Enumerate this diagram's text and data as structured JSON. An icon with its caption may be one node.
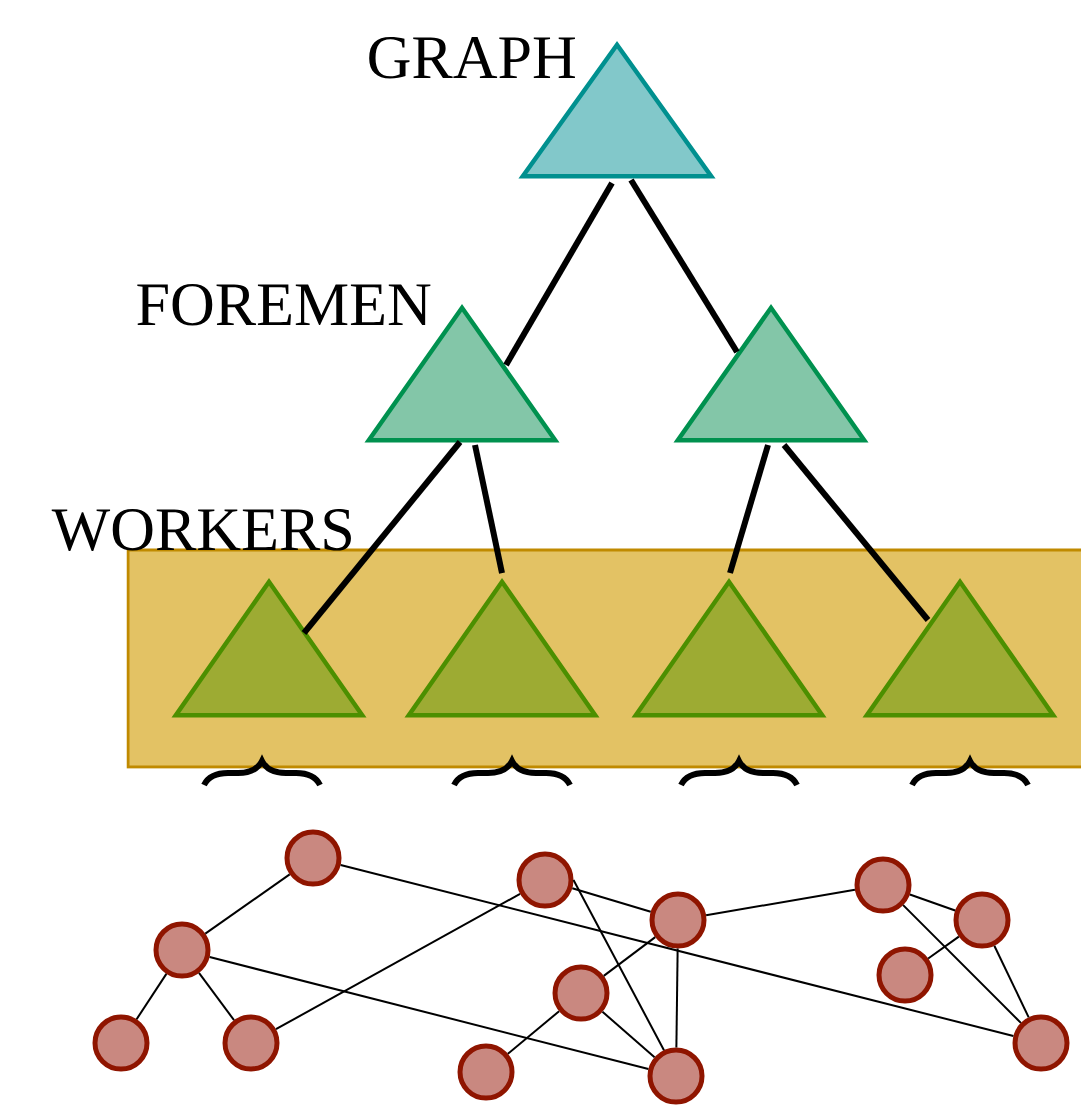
{
  "diagram": {
    "nodes": [
      {
        "text": [],
        "shape": "triangle",
        "beside": [
          "GRAPH"
        ]
      },
      {
        "text": [],
        "shape": "triangle",
        "beside": [
          "FOREMEN"
        ]
      },
      {
        "text": [],
        "shape": "triangle"
      },
      {
        "text": [
          "WORKERS"
        ]
      },
      {
        "text": [],
        "shape": "triangle",
        "in": 3
      },
      {
        "text": [],
        "shape": "triangle",
        "in": 3
      },
      {
        "text": [],
        "shape": "triangle",
        "in": 3
      },
      {
        "text": [],
        "shape": "triangle",
        "in": 3
      },
      {
        "text": [],
        "shape": "circle"
      },
      {
        "text": [],
        "shape": "circle"
      },
      {
        "text": [],
        "shape": "circle"
      },
      {
        "text": [],
        "shape": "circle"
      },
      {
        "text": [],
        "shape": "circle"
      },
      {
        "text": [],
        "shape": "circle"
      },
      {
        "text": [],
        "shape": "circle"
      },
      {
        "text": [],
        "shape": "circle"
      },
      {
        "text": [],
        "shape": "circle"
      },
      {
        "text": [],
        "shape": "circle"
      },
      {
        "text": [],
        "shape": "circle"
      },
      {
        "text": [],
        "shape": "circle"
      },
      {
        "text": [],
        "shape": "circle"
      }
    ],
    "edges": [
      {
        "from": 0,
        "to": 1,
        "arrow": "none",
        "style": "thick"
      },
      {
        "from": 0,
        "to": 2,
        "arrow": "none",
        "style": "thick"
      },
      {
        "from": 1,
        "to": 4,
        "arrow": "none",
        "style": "thick"
      },
      {
        "from": 1,
        "to": 5,
        "arrow": "none",
        "style": "thick"
      },
      {
        "from": 2,
        "to": 6,
        "arrow": "none",
        "style": "thick"
      },
      {
        "from": 2,
        "to": 7,
        "arrow": "none",
        "style": "thick"
      },
      {
        "from": 11,
        "to": 9,
        "arrow": "none"
      },
      {
        "from": 9,
        "to": 8,
        "arrow": "none"
      },
      {
        "from": 9,
        "to": 10,
        "arrow": "none"
      },
      {
        "from": 11,
        "to": 20,
        "arrow": "none"
      },
      {
        "from": 9,
        "to": 16,
        "arrow": "none"
      },
      {
        "from": 10,
        "to": 13,
        "arrow": "none"
      },
      {
        "from": 13,
        "to": 15,
        "arrow": "none"
      },
      {
        "from": 13,
        "to": 16,
        "arrow": "none"
      },
      {
        "from": 14,
        "to": 15,
        "arrow": "none"
      },
      {
        "from": 14,
        "to": 12,
        "arrow": "none"
      },
      {
        "from": 14,
        "to": 16,
        "arrow": "none"
      },
      {
        "from": 15,
        "to": 16,
        "arrow": "none"
      },
      {
        "from": 15,
        "to": 17,
        "arrow": "none"
      },
      {
        "from": 17,
        "to": 19,
        "arrow": "none"
      },
      {
        "from": 17,
        "to": 20,
        "arrow": "none"
      },
      {
        "from": 19,
        "to": 18,
        "arrow": "none"
      },
      {
        "from": 19,
        "to": 20,
        "arrow": "none"
      }
    ]
  }
}
